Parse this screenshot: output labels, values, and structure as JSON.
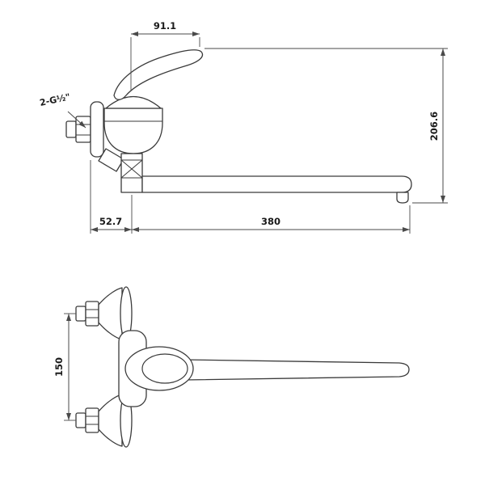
{
  "dims": {
    "handle_reach": "91.1",
    "overall_height": "206.6",
    "wall_offset": "52.7",
    "spout_length": "380",
    "inlet_spacing": "150",
    "thread": "2-G½\""
  },
  "colors": {
    "background": "#ffffff",
    "line": "#3a3a3a",
    "dimension": "#4a4a4a",
    "text": "#1a1a1a"
  }
}
